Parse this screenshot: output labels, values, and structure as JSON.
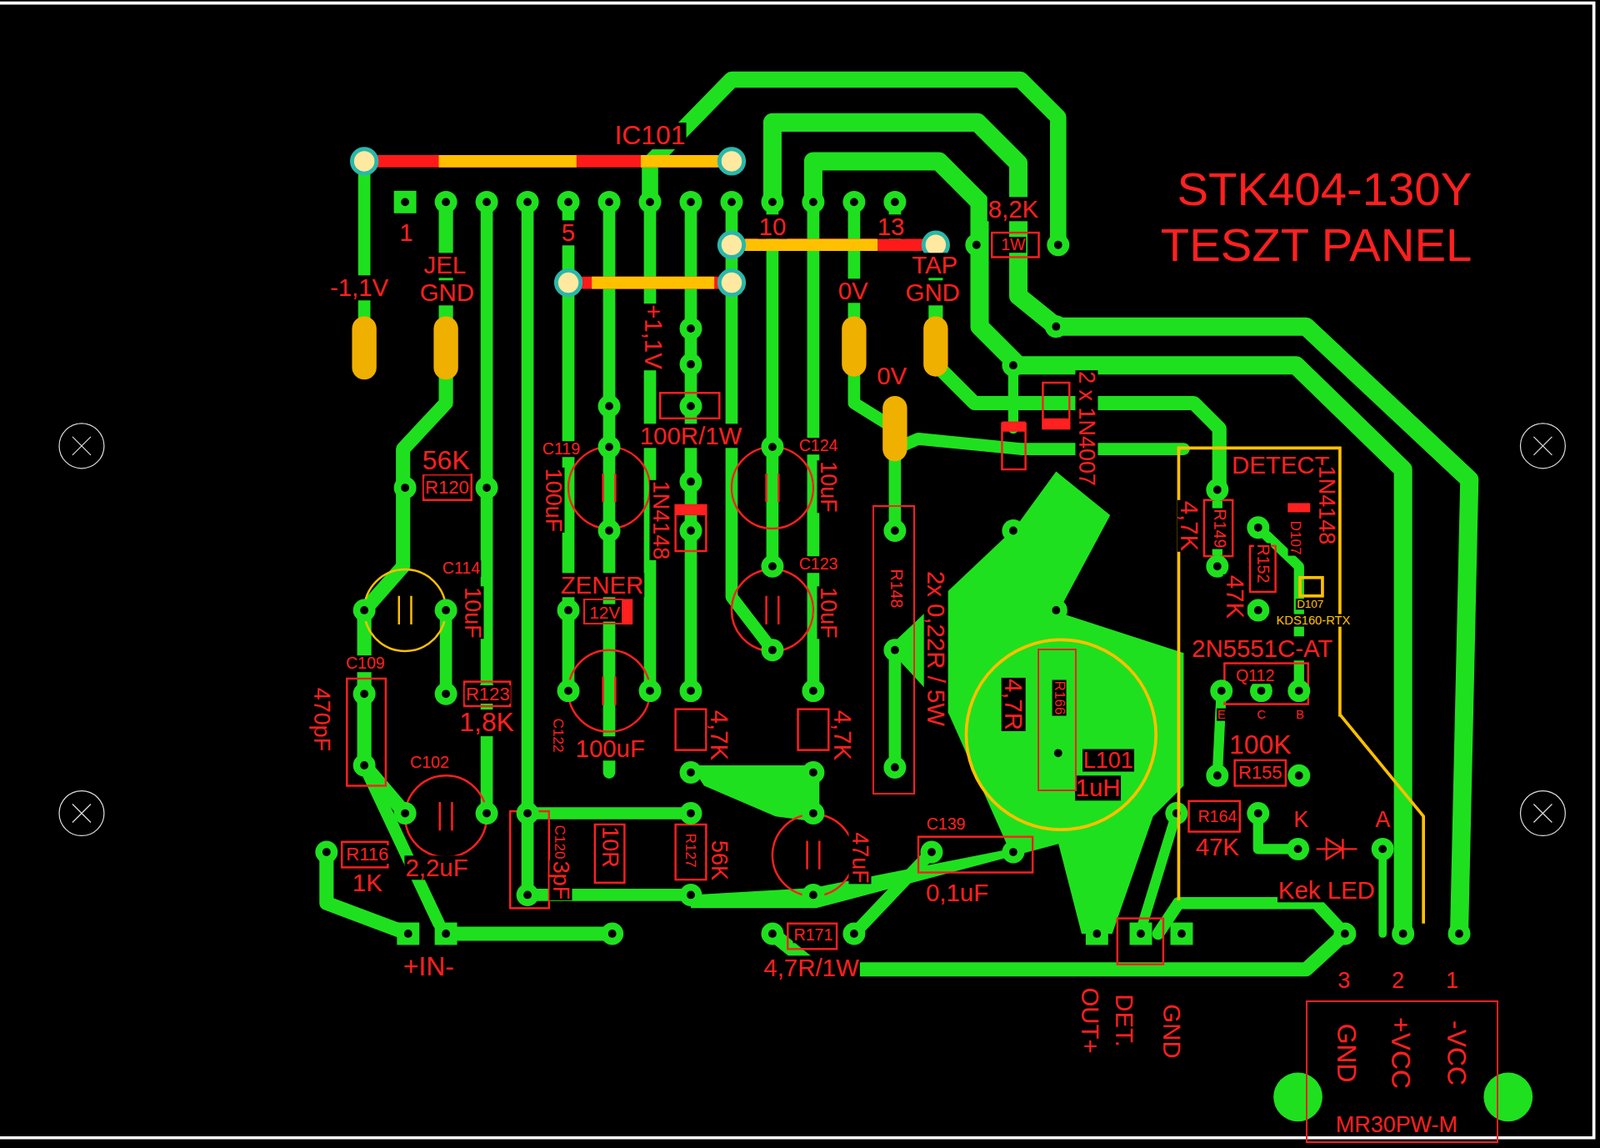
{
  "diagram": {
    "nodes": [
      {
        "text": [
          "DETECT"
        ]
      },
      {
        "text": [
          "R148"
        ]
      },
      {
        "text": [
          "12V"
        ]
      },
      {
        "text": [
          "4,7R",
          "L101",
          "1uH"
        ]
      },
      {
        "text": [
          "R166"
        ],
        "in": 3
      },
      {
        "text": [
          "GND",
          "+VCC",
          "-VCC",
          "MR30PW-M"
        ]
      }
    ],
    "labels": [
      "STK404-130Y",
      "TESZT PANEL",
      "IC101",
      "1",
      "5",
      "10",
      "13",
      "8,2K",
      "1W",
      "-1,1V",
      "JEL",
      "GND",
      "+1,1V",
      "0V",
      "TAP",
      "GND",
      "0V",
      "2 x 1N4007",
      "56K",
      "R120",
      "C119",
      "100uF",
      "100R/1W",
      "C124",
      "10uF",
      "1N4148",
      "C123",
      "10uF",
      "2x 0,22R / 5W",
      "4,7K",
      "R149",
      "1N4148",
      "D107",
      "R152",
      "47K",
      "D107",
      "KDS160-RTX",
      "2N5551C-AT",
      "Q112",
      "E",
      "C",
      "B",
      "100K",
      "R155",
      "C114",
      "10uF",
      "ZENER",
      "C109",
      "470pF",
      "R123",
      "1,8K",
      "C122",
      "100uF",
      "4,7K",
      "4,7K",
      "C102",
      "2,2uF",
      "R116",
      "1K",
      "C120",
      "3pF",
      "10R",
      "R127",
      "56K",
      "47uF",
      "C139",
      "0,1uF",
      "R164",
      "47K",
      "K",
      "A",
      "Kek LED",
      "+IN-",
      "R171",
      "4,7R/1W",
      "OUT+",
      "DET.",
      "GND",
      "3",
      "2",
      "1"
    ]
  }
}
